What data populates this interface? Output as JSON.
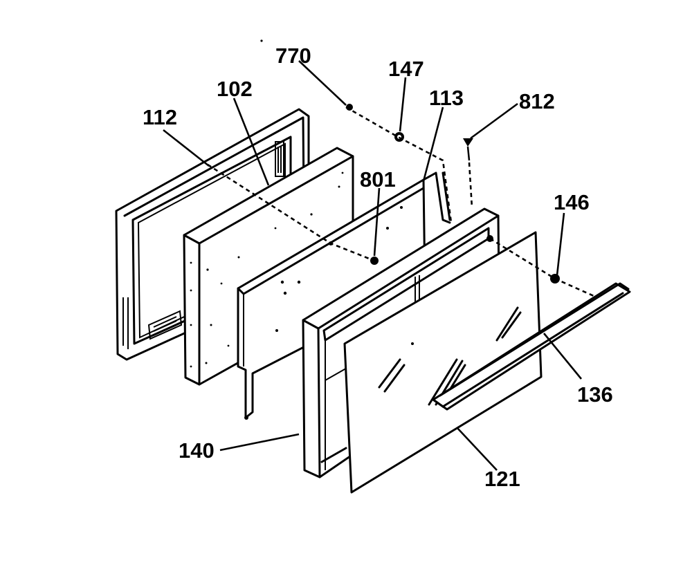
{
  "callouts": {
    "c770": "770",
    "c147": "147",
    "c113": "113",
    "c812": "812",
    "c102": "102",
    "c112": "112",
    "c801": "801",
    "c146": "146",
    "c136": "136",
    "c140": "140",
    "c121": "121"
  }
}
